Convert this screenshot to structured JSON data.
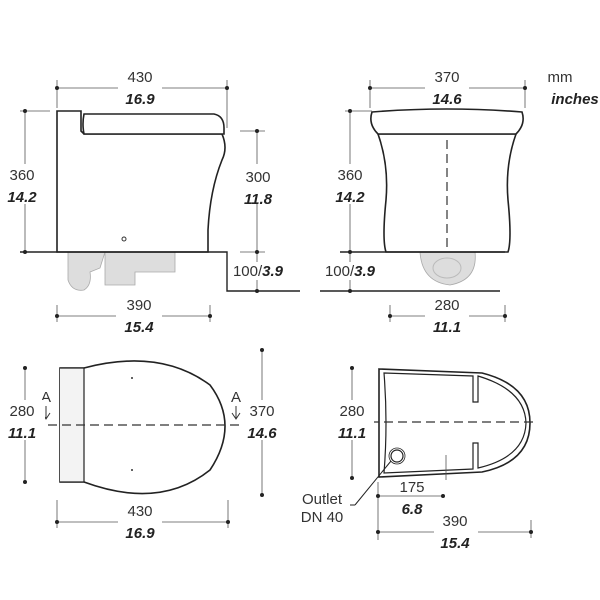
{
  "units": {
    "mm": "mm",
    "inches": "inches"
  },
  "side_view": {
    "width": {
      "mm": "430",
      "in": "16.9"
    },
    "height": {
      "mm": "360",
      "in": "14.2"
    },
    "seat_height": {
      "mm": "300",
      "in": "11.8"
    },
    "step": "100/",
    "step_in": "3.9",
    "base": {
      "mm": "390",
      "in": "15.4"
    }
  },
  "front_view": {
    "width": {
      "mm": "370",
      "in": "14.6"
    },
    "height": {
      "mm": "360",
      "in": "14.2"
    },
    "step": "100/",
    "step_in": "3.9",
    "base": {
      "mm": "280",
      "in": "11.1"
    }
  },
  "top_view": {
    "width": {
      "mm": "280",
      "in": "11.1"
    },
    "depth": {
      "mm": "370",
      "in": "14.6"
    },
    "length": {
      "mm": "430",
      "in": "16.9"
    },
    "section_label": "A"
  },
  "footprint_view": {
    "width": {
      "mm": "280",
      "in": "11.1"
    },
    "outlet_offset": {
      "mm": "175",
      "in": "6.8"
    },
    "length": {
      "mm": "390",
      "in": "15.4"
    },
    "outlet_label_1": "Outlet",
    "outlet_label_2": "DN 40"
  }
}
